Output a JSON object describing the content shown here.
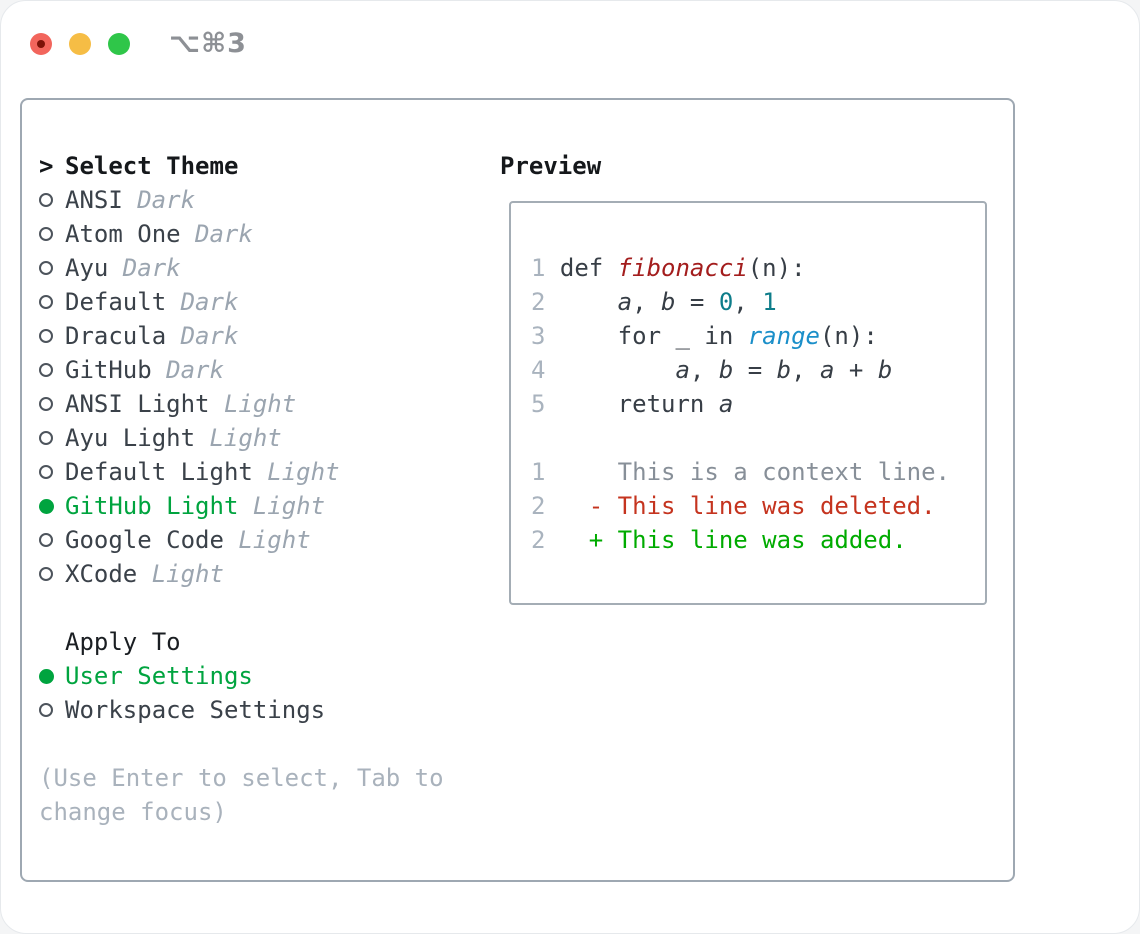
{
  "window": {
    "title": "⌥⌘3",
    "traffic_lights": [
      {
        "name": "close"
      },
      {
        "name": "minimize"
      },
      {
        "name": "zoom"
      }
    ]
  },
  "theme_section": {
    "prompt": ">",
    "heading": "Select Theme",
    "items": [
      {
        "name": "ANSI",
        "variant": "Dark",
        "selected": false
      },
      {
        "name": "Atom One",
        "variant": "Dark",
        "selected": false
      },
      {
        "name": "Ayu",
        "variant": "Dark",
        "selected": false
      },
      {
        "name": "Default",
        "variant": "Dark",
        "selected": false
      },
      {
        "name": "Dracula",
        "variant": "Dark",
        "selected": false
      },
      {
        "name": "GitHub",
        "variant": "Dark",
        "selected": false
      },
      {
        "name": "ANSI Light",
        "variant": "Light",
        "selected": false
      },
      {
        "name": "Ayu Light",
        "variant": "Light",
        "selected": false
      },
      {
        "name": "Default Light",
        "variant": "Light",
        "selected": false
      },
      {
        "name": "GitHub Light",
        "variant": "Light",
        "selected": true
      },
      {
        "name": "Google Code",
        "variant": "Light",
        "selected": false
      },
      {
        "name": "XCode",
        "variant": "Light",
        "selected": false
      }
    ]
  },
  "apply_section": {
    "heading": "Apply To",
    "items": [
      {
        "name": "User Settings",
        "selected": true
      },
      {
        "name": "Workspace Settings",
        "selected": false
      }
    ]
  },
  "hint_lines": [
    "(Use Enter to select, Tab to",
    "change focus)"
  ],
  "preview": {
    "heading": "Preview",
    "code_lines": [
      {
        "lineno": "1",
        "tokens": [
          [
            "def ",
            "code"
          ],
          [
            "fibonacci",
            "fn"
          ],
          [
            "(n):",
            "code"
          ]
        ]
      },
      {
        "lineno": "2",
        "tokens": [
          [
            "    ",
            "code"
          ],
          [
            "a",
            "var"
          ],
          [
            ", ",
            "code"
          ],
          [
            "b",
            "var"
          ],
          [
            " = ",
            "code"
          ],
          [
            "0",
            "num"
          ],
          [
            ", ",
            "code"
          ],
          [
            "1",
            "num"
          ]
        ]
      },
      {
        "lineno": "3",
        "tokens": [
          [
            "    for _ in ",
            "code"
          ],
          [
            "range",
            "call"
          ],
          [
            "(n):",
            "code"
          ]
        ]
      },
      {
        "lineno": "4",
        "tokens": [
          [
            "        ",
            "code"
          ],
          [
            "a",
            "var"
          ],
          [
            ", ",
            "code"
          ],
          [
            "b",
            "var"
          ],
          [
            " = ",
            "code"
          ],
          [
            "b",
            "var"
          ],
          [
            ", ",
            "code"
          ],
          [
            "a",
            "var"
          ],
          [
            " + ",
            "code"
          ],
          [
            "b",
            "var"
          ]
        ]
      },
      {
        "lineno": "5",
        "tokens": [
          [
            "    return ",
            "code"
          ],
          [
            "a",
            "var"
          ]
        ]
      },
      {
        "lineno": "",
        "tokens": []
      },
      {
        "lineno": "1",
        "tokens": [
          [
            "    This is a context line.",
            "context"
          ]
        ]
      },
      {
        "lineno": "2",
        "tokens": [
          [
            "  - This line was deleted.",
            "deleted"
          ]
        ]
      },
      {
        "lineno": "2",
        "tokens": [
          [
            "  + This line was added.",
            "added"
          ]
        ]
      }
    ]
  },
  "colors": {
    "selection_green": "#00a43f",
    "added_green": "#00ab00",
    "deleted_red": "#c5341f",
    "function_red": "#a31d1d",
    "number_teal": "#0e7d8a",
    "call_blue": "#1b8fc9",
    "text_dark": "#3a4149",
    "muted_gray": "#9ba5b0",
    "hint_gray": "#a9b2bc",
    "line_number_gray": "#a9b3be",
    "border_gray": "#9ea8b2",
    "traffic_red": "#f2655c",
    "traffic_yellow": "#f6bd45",
    "traffic_green": "#2fc649"
  }
}
